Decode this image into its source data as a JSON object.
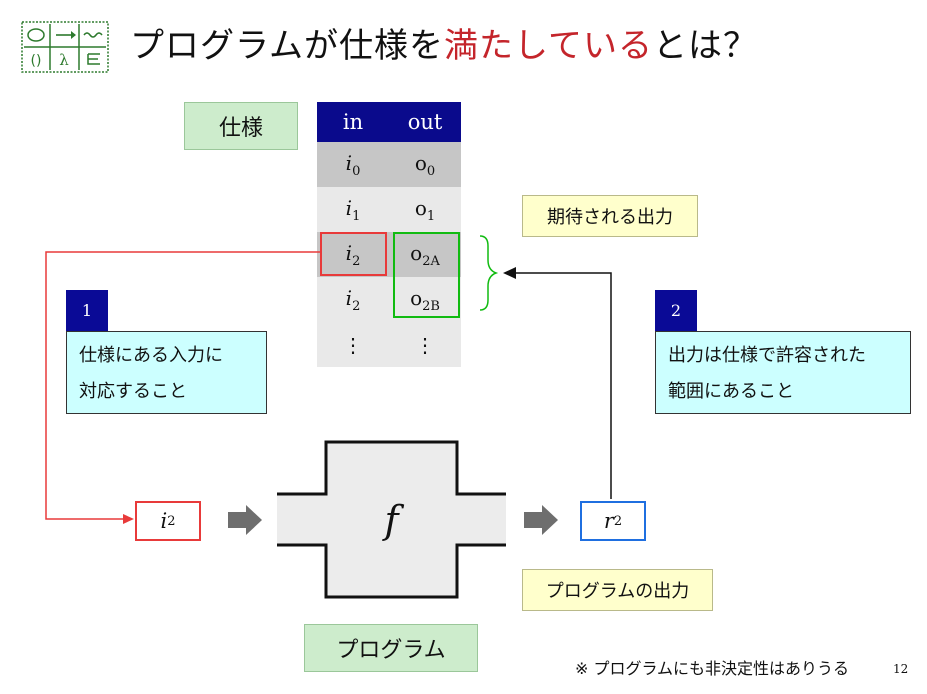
{
  "title": {
    "before": "プログラムが仕様を",
    "highlight": "満たしている",
    "after": "とは？"
  },
  "spec_label": "仕様",
  "table": {
    "headers": [
      "in",
      "out"
    ],
    "rows": [
      {
        "in_base": "i",
        "in_sub": "0",
        "out_base": "o",
        "out_sub": "0"
      },
      {
        "in_base": "i",
        "in_sub": "1",
        "out_base": "o",
        "out_sub": "1"
      },
      {
        "in_base": "i",
        "in_sub": "2",
        "out_base": "o",
        "out_sub": "2A"
      },
      {
        "in_base": "i",
        "in_sub": "2",
        "out_base": "o",
        "out_sub": "2B"
      }
    ],
    "ellipsis": "⋮"
  },
  "expected_output_label": "期待される出力",
  "program_output_label": "プログラムの出力",
  "program_label": "プログラム",
  "callout1": {
    "number": "1",
    "line1": "仕様にある入力に",
    "line2": "対応すること"
  },
  "callout2": {
    "number": "2",
    "line1": "出力は仕様で許容された",
    "line2": "範囲にあること"
  },
  "program_function": "f",
  "input_box": {
    "base": "i",
    "sub": "2"
  },
  "output_box": {
    "base": "r",
    "sub": "2"
  },
  "footnote": "※ プログラムにも非決定性はありうる",
  "page_number": "12",
  "colors": {
    "highlight_red": "#c4252b",
    "input_red": "#e83a3a",
    "output_blue": "#1f6fe0",
    "match_green": "#11bb11",
    "header_navy": "#0a0a8c"
  }
}
